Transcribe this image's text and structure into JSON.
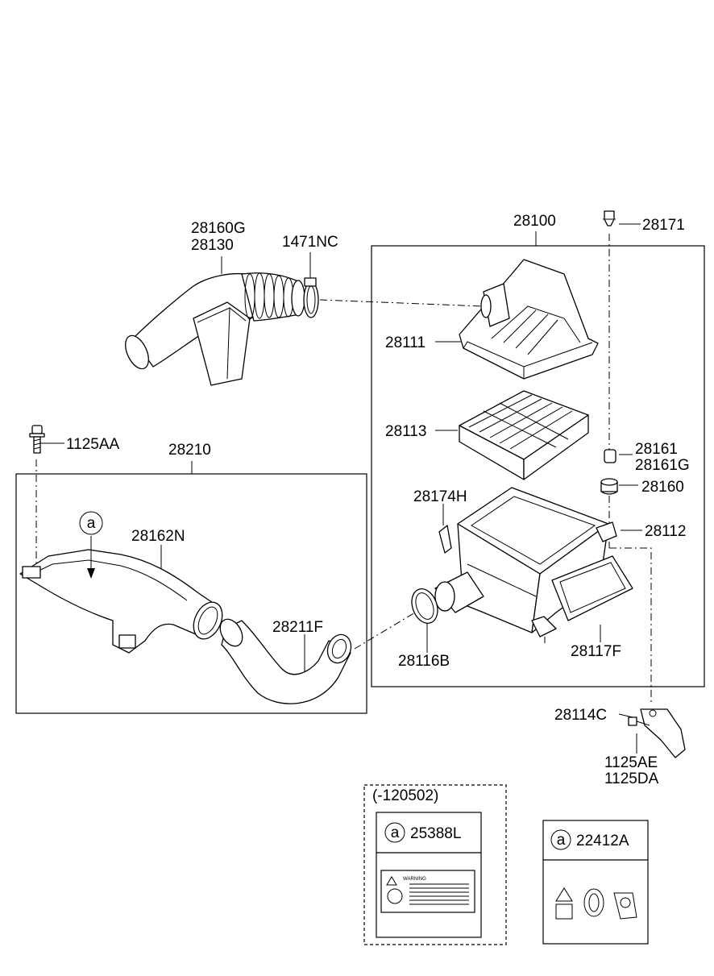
{
  "part_labels": {
    "p28160G": "28160G",
    "p28130": "28130",
    "p1471NC": "1471NC",
    "p28100": "28100",
    "p28171": "28171",
    "p28111": "28111",
    "p28113": "28113",
    "p28161": "28161",
    "p28161G": "28161G",
    "p28160": "28160",
    "p28174H": "28174H",
    "p28112": "28112",
    "p1125AA": "1125AA",
    "p28210": "28210",
    "p28162N": "28162N",
    "p28211F": "28211F",
    "p28116B": "28116B",
    "p28117F": "28117F",
    "p28114C": "28114C",
    "p1125AE": "1125AE",
    "p1125DA": "1125DA"
  },
  "callout_marker": "a",
  "label_boxes": {
    "date_note": "(-120502)",
    "left_code": "25388L",
    "right_code": "22412A"
  },
  "warning_label_heading": "WARNING"
}
